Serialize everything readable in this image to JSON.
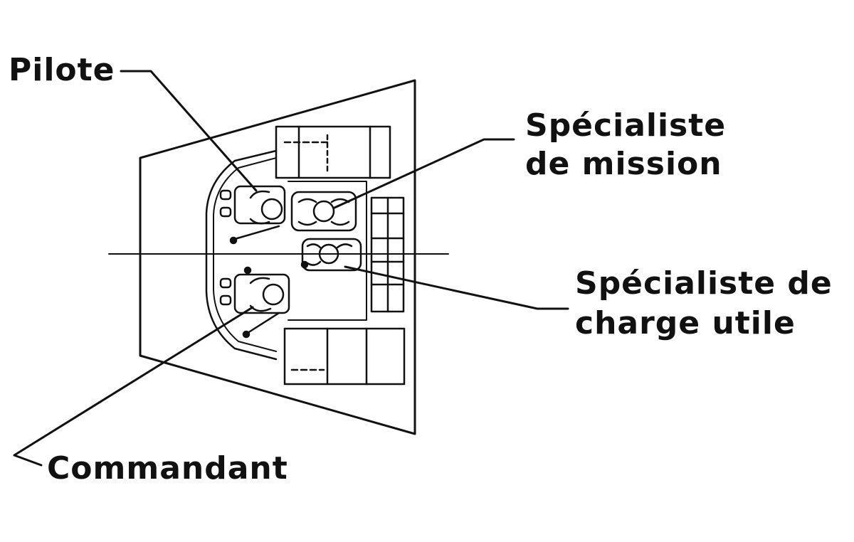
{
  "diagram": {
    "labels": {
      "pilot": "Pilote",
      "mission_specialist_1": "Spécialiste",
      "mission_specialist_2": "de mission",
      "payload_specialist_1": "Spécialiste de",
      "payload_specialist_2": "charge utile",
      "commander": "Commandant"
    },
    "colors": {
      "ink": "#111111",
      "background": "#ffffff"
    }
  }
}
